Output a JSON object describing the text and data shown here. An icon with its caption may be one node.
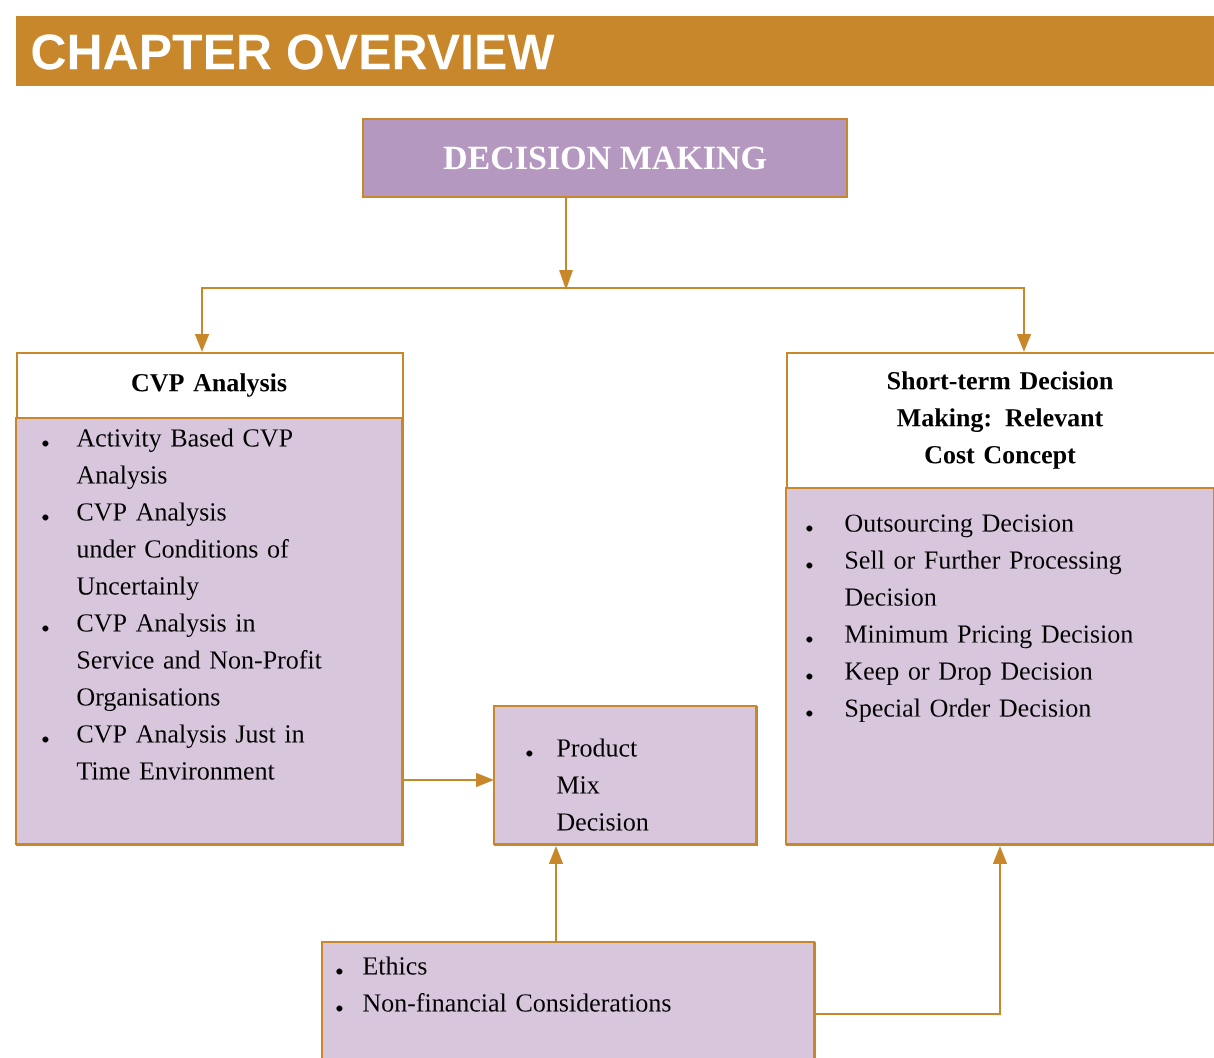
{
  "diagram": {
    "title": "CHAPTER OVERVIEW",
    "nodes": [
      {
        "text": [
          "DECISION MAKING"
        ]
      },
      {
        "text": [
          "CVP Analysis",
          "Activity Based CVP Analysis",
          "CVP Analysis under Conditions of Uncertainly",
          "CVP Analysis in Service and Non-Profit Organisations",
          "CVP Analysis Just in Time Environment"
        ]
      },
      {
        "text": [
          "Short-term Decision Making: Relevant Cost Concept",
          "Outsourcing Decision",
          "Sell or Further Processing Decision",
          "Minimum Pricing Decision",
          "Keep or Drop Decision",
          "Special Order Decision"
        ]
      },
      {
        "text": [
          "Product Mix Decision"
        ]
      },
      {
        "text": [
          "Ethics",
          "Non-financial Considerations"
        ]
      }
    ],
    "edges": [
      {
        "from": 0,
        "to": 1,
        "arrow": "to"
      },
      {
        "from": 0,
        "to": 2,
        "arrow": "to"
      },
      {
        "from": 1,
        "to": 3,
        "arrow": "to"
      },
      {
        "from": 4,
        "to": 3,
        "arrow": "to"
      },
      {
        "from": 4,
        "to": 2,
        "arrow": "to"
      }
    ]
  }
}
